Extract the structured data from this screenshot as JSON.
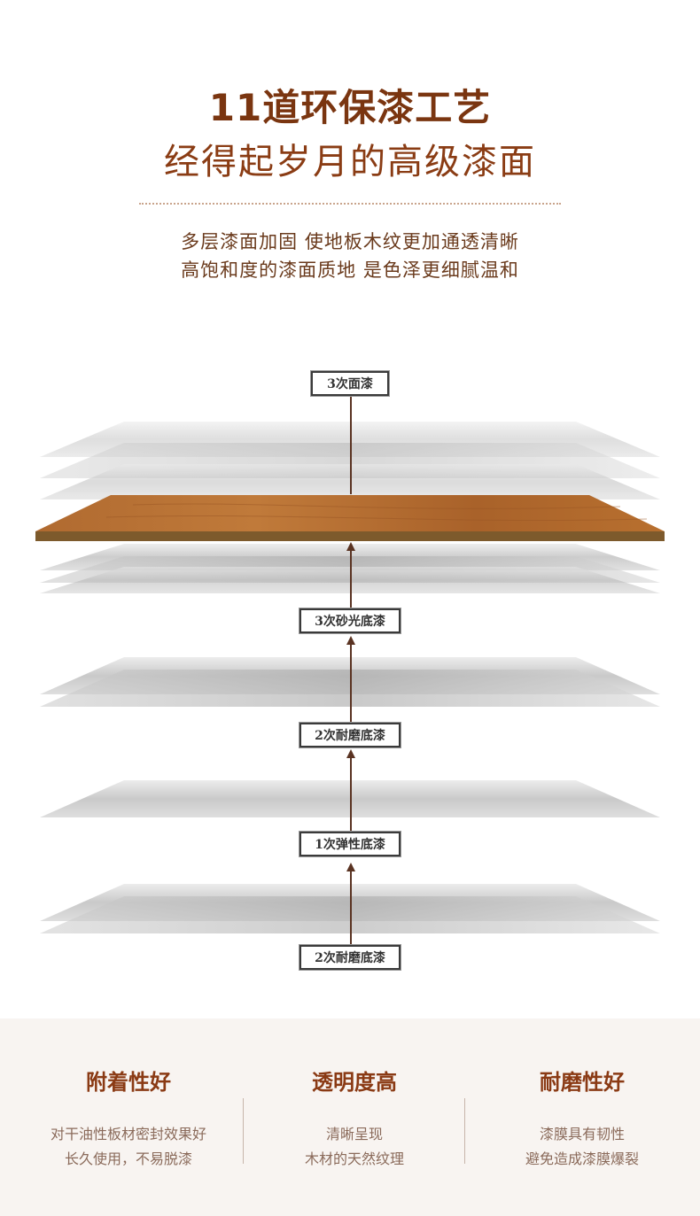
{
  "header": {
    "title": "11道环保漆工艺",
    "subtitle": "经得起岁月的高级漆面",
    "description_line1": "多层漆面加固 使地板木纹更加通透清晰",
    "description_line2": "高饱和度的漆面质地 是色泽更细腻温和"
  },
  "diagram": {
    "labels": {
      "top_coat": "3次面漆",
      "sanding_primer": "3次砂光底漆",
      "wear_primer_upper": "2次耐磨底漆",
      "elastic_primer": "1次弹性底漆",
      "wear_primer_lower": "2次耐磨底漆"
    },
    "colors": {
      "wood": "#b5692c",
      "wood_edge": "#7d5a2c",
      "layer": "#bdbdbd",
      "arrow": "#5a3322"
    }
  },
  "features": [
    {
      "title": "附着性好",
      "line1": "对干油性板材密封效果好",
      "line2": "长久使用，不易脱漆"
    },
    {
      "title": "透明度高",
      "line1": "清晰呈现",
      "line2": "木材的天然纹理"
    },
    {
      "title": "耐磨性好",
      "line1": "漆膜具有韧性",
      "line2": "避免造成漆膜爆裂"
    }
  ]
}
